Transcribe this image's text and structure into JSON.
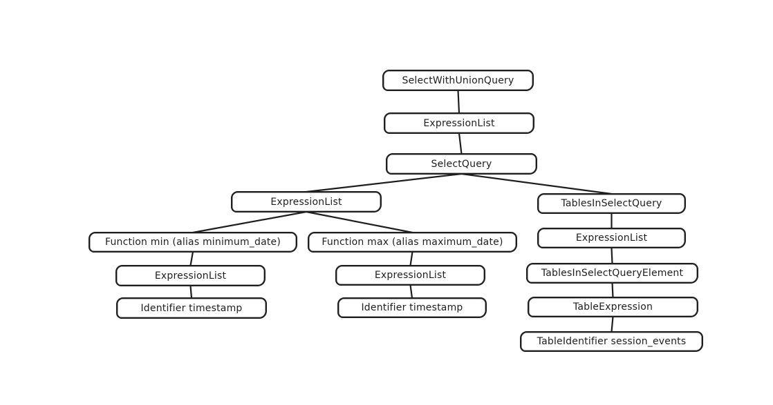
{
  "canvas": {
    "background_color": "#ffffff",
    "stroke_color": "#1e1e1e",
    "node_fill_color": "#ffffff",
    "text_color": "#1e1e1e",
    "style": "hand-drawn"
  },
  "diagram": {
    "type": "tree",
    "description": "SQL query abstract syntax tree",
    "nodes": [
      {
        "id": "selectWithUnionQuery",
        "label": "SelectWithUnionQuery"
      },
      {
        "id": "expressionListTop",
        "label": "ExpressionList"
      },
      {
        "id": "selectQuery",
        "label": "SelectQuery"
      },
      {
        "id": "expressionListSelect",
        "label": "ExpressionList"
      },
      {
        "id": "functionMin",
        "label": "Function min (alias minimum_date)"
      },
      {
        "id": "expressionListMin",
        "label": "ExpressionList"
      },
      {
        "id": "identifierTimestampMin",
        "label": "Identifier timestamp"
      },
      {
        "id": "functionMax",
        "label": "Function max (alias maximum_date)"
      },
      {
        "id": "expressionListMax",
        "label": "ExpressionList"
      },
      {
        "id": "identifierTimestampMax",
        "label": "Identifier timestamp"
      },
      {
        "id": "tablesInSelectQuery",
        "label": "TablesInSelectQuery"
      },
      {
        "id": "expressionListTables",
        "label": "ExpressionList"
      },
      {
        "id": "tablesInSelectQueryElement",
        "label": "TablesInSelectQueryElement"
      },
      {
        "id": "tableExpression",
        "label": "TableExpression"
      },
      {
        "id": "tableIdentifier",
        "label": "TableIdentifier session_events"
      }
    ],
    "edges": [
      {
        "from": "selectWithUnionQuery",
        "to": "expressionListTop"
      },
      {
        "from": "expressionListTop",
        "to": "selectQuery"
      },
      {
        "from": "selectQuery",
        "to": "expressionListSelect"
      },
      {
        "from": "selectQuery",
        "to": "tablesInSelectQuery"
      },
      {
        "from": "expressionListSelect",
        "to": "functionMin"
      },
      {
        "from": "expressionListSelect",
        "to": "functionMax"
      },
      {
        "from": "functionMin",
        "to": "expressionListMin"
      },
      {
        "from": "expressionListMin",
        "to": "identifierTimestampMin"
      },
      {
        "from": "functionMax",
        "to": "expressionListMax"
      },
      {
        "from": "expressionListMax",
        "to": "identifierTimestampMax"
      },
      {
        "from": "tablesInSelectQuery",
        "to": "expressionListTables"
      },
      {
        "from": "expressionListTables",
        "to": "tablesInSelectQueryElement"
      },
      {
        "from": "tablesInSelectQueryElement",
        "to": "tableExpression"
      },
      {
        "from": "tableExpression",
        "to": "tableIdentifier"
      }
    ]
  }
}
